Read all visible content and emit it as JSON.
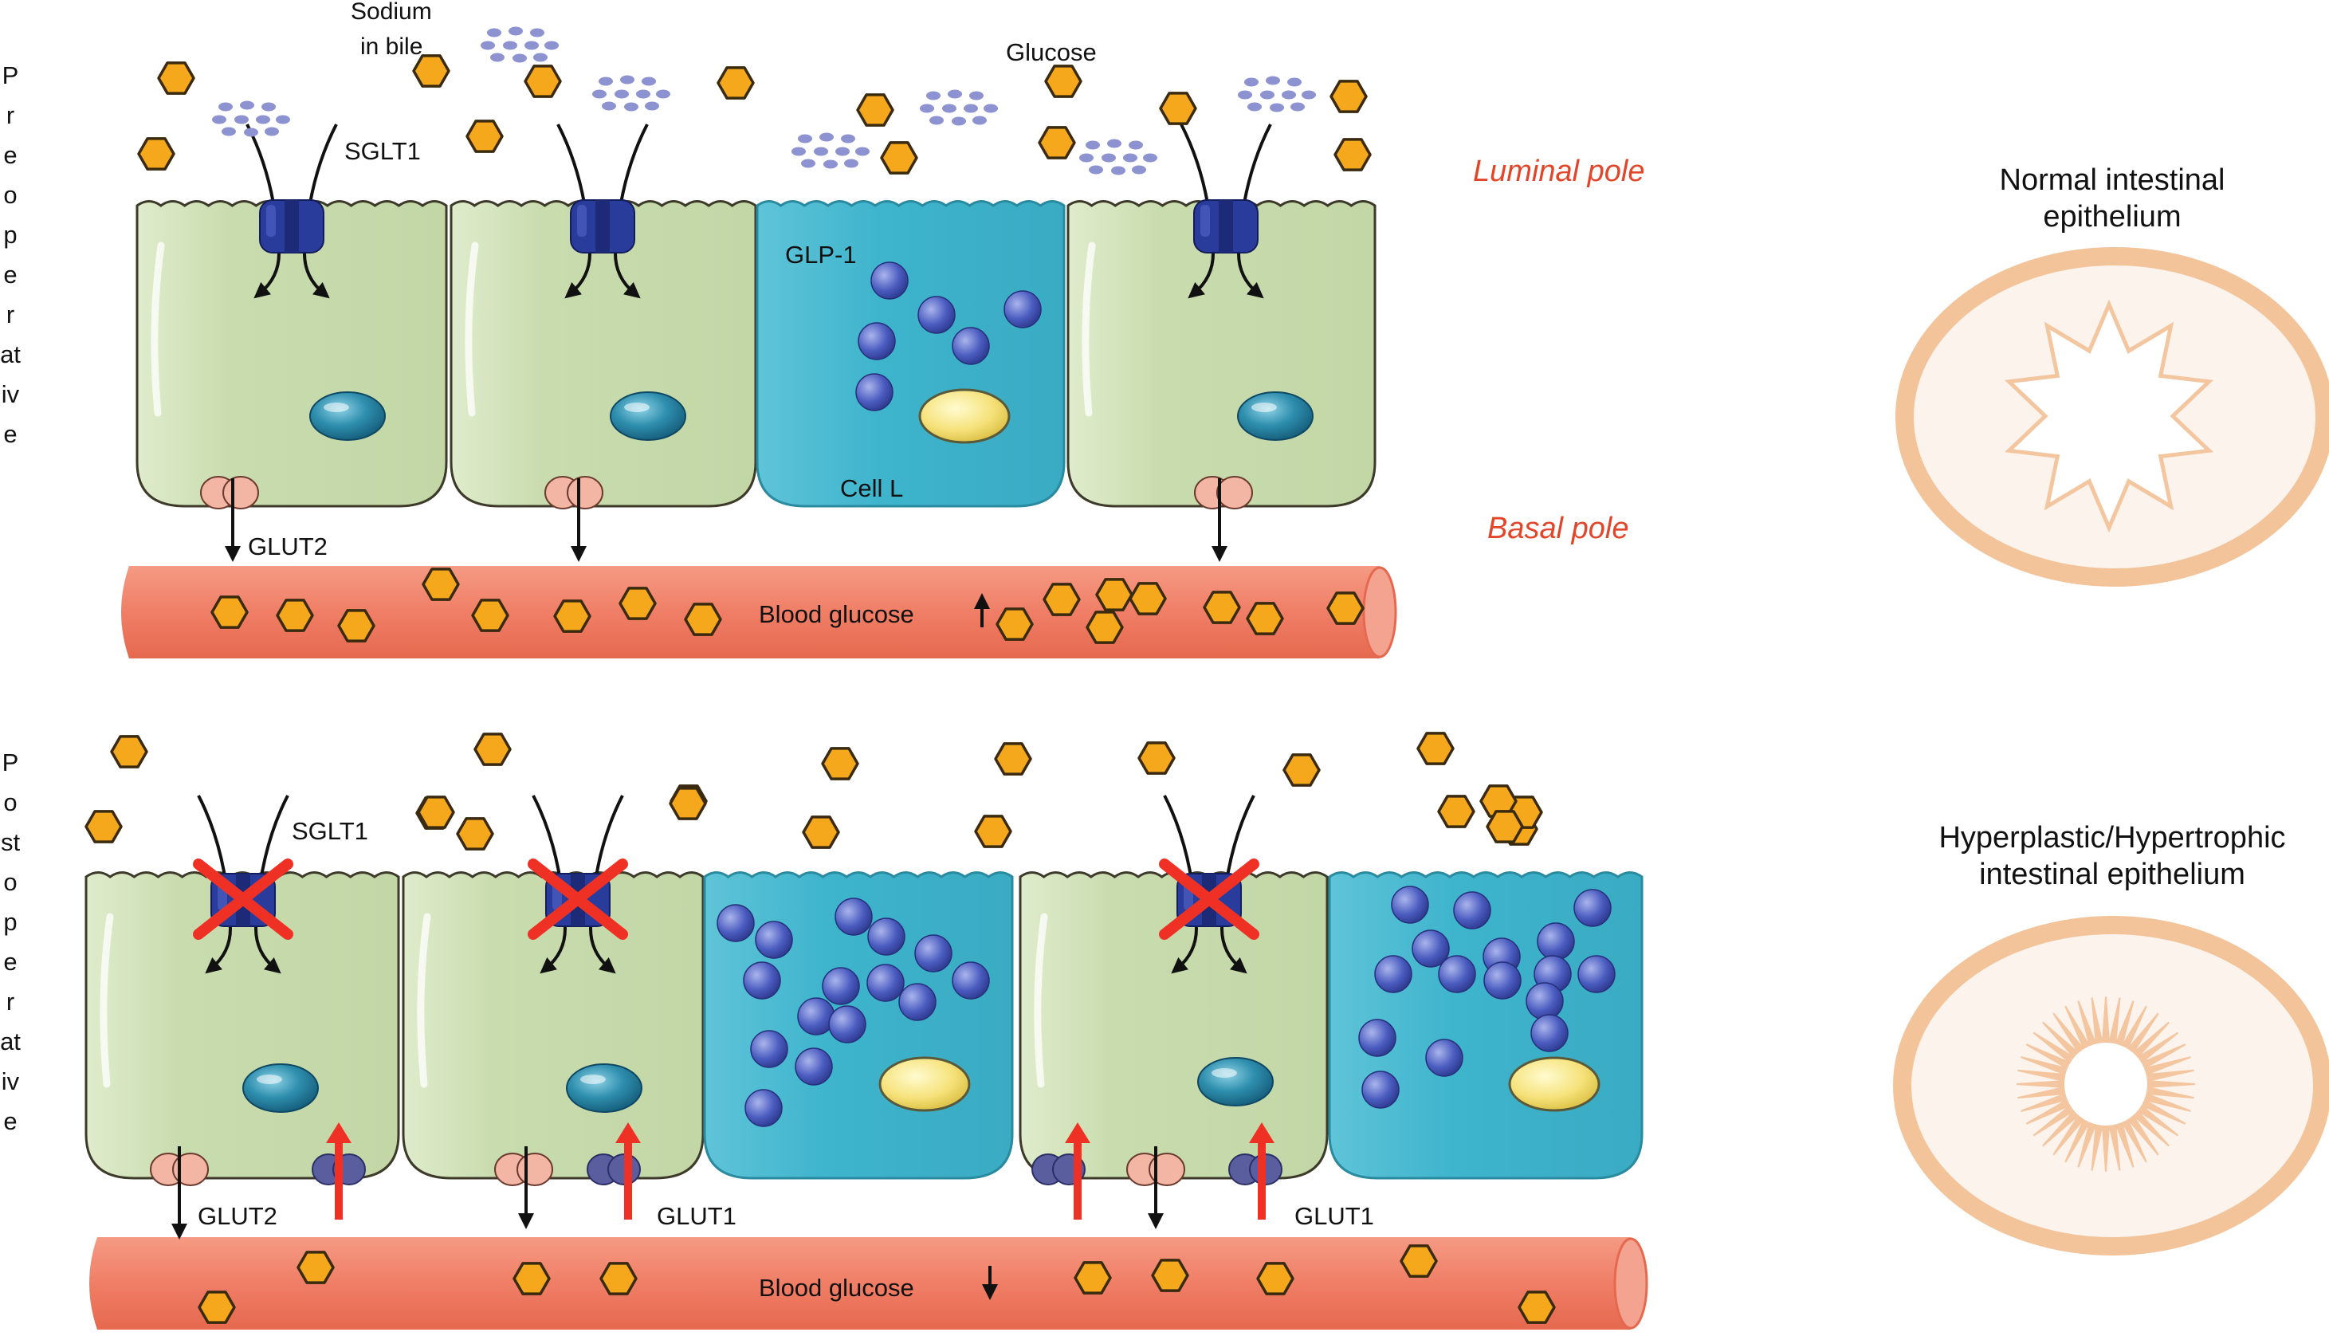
{
  "side_labels": {
    "top": "Preoperative",
    "bottom": "Postoperative"
  },
  "labels": {
    "sodium_line1": "Sodium",
    "sodium_line2": "in bile",
    "glucose": "Glucose",
    "sglt1_pre": "SGLT1",
    "glp1": "GLP-1",
    "cell_l": "Cell L",
    "glut2_pre": "GLUT2",
    "blood_glucose_pre": "Blood glucose",
    "sglt1_post": "SGLT1",
    "glut2_post": "GLUT2",
    "glut1_a": "GLUT1",
    "glut1_b": "GLUT1",
    "blood_glucose_post": "Blood glucose"
  },
  "poles": {
    "luminal": "Luminal pole",
    "basal": "Basal pole"
  },
  "captions": {
    "normal_line1": "Normal intestinal",
    "normal_line2": "epithelium",
    "hyper_line1": "Hyperplastic/Hypertrophic",
    "hyper_line2": "intestinal epithelium"
  },
  "blood_glucose_trend": {
    "preoperative": "up",
    "postoperative": "down"
  },
  "colors": {
    "enterocyte": "#c9dcae",
    "l_cell": "#3eb4cd",
    "vessel": "#f07e66",
    "glucose": "#f6a81c",
    "sodium": "#8d93d0",
    "sglt1": "#2a3c9b",
    "glut2": "#f4b6a4",
    "glut1": "#5a5e9e",
    "cross": "#ee3124",
    "pole_text": "#e2462a",
    "ring": "#f3c39a"
  },
  "icons": [
    "glucose-hexagon-icon",
    "sodium-dot-icon",
    "sglt1-transporter-icon",
    "glut2-transporter-icon",
    "glut1-transporter-icon",
    "nucleus-icon",
    "glp1-granule-icon",
    "red-cross-icon"
  ]
}
